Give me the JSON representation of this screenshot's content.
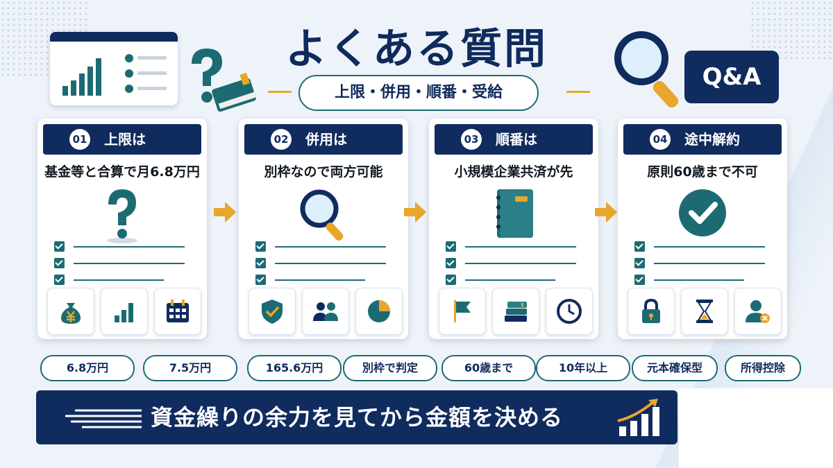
{
  "header": {
    "title": "よくある質問",
    "subtitle": "上限・併用・順番・受給",
    "badge": "Q&A"
  },
  "cards": [
    {
      "num": "01",
      "title": "上限は",
      "answer": "基金等と合算で月6.8万円",
      "icon": "question-mark-icon",
      "tiles": [
        "yen-money-bag-icon",
        "bar-chart-icon",
        "calendar-icon"
      ]
    },
    {
      "num": "02",
      "title": "併用は",
      "answer": "別枠なので両方可能",
      "icon": "magnifier-icon",
      "tiles": [
        "shield-check-icon",
        "people-icon",
        "pie-chart-icon"
      ]
    },
    {
      "num": "03",
      "title": "順番は",
      "answer": "小規模企業共済が先",
      "icon": "notebook-icon",
      "tiles": [
        "flag-icon",
        "books-icon",
        "clock-icon"
      ]
    },
    {
      "num": "04",
      "title": "途中解約",
      "answer": "原則60歳まで不可",
      "icon": "check-circle-icon",
      "tiles": [
        "padlock-icon",
        "hourglass-icon",
        "user-cancel-icon"
      ]
    }
  ],
  "pills": [
    "6.8万円",
    "7.5万円",
    "165.6万円",
    "別枠で判定",
    "60歳まで",
    "10年以上",
    "元本確保型",
    "所得控除"
  ],
  "footer": {
    "text": "資金繰りの余力を見てから金額を決める"
  },
  "colors": {
    "navy": "#102b5e",
    "teal": "#1c6b73",
    "accent": "#e8a62b",
    "background": "#eef3f9"
  }
}
